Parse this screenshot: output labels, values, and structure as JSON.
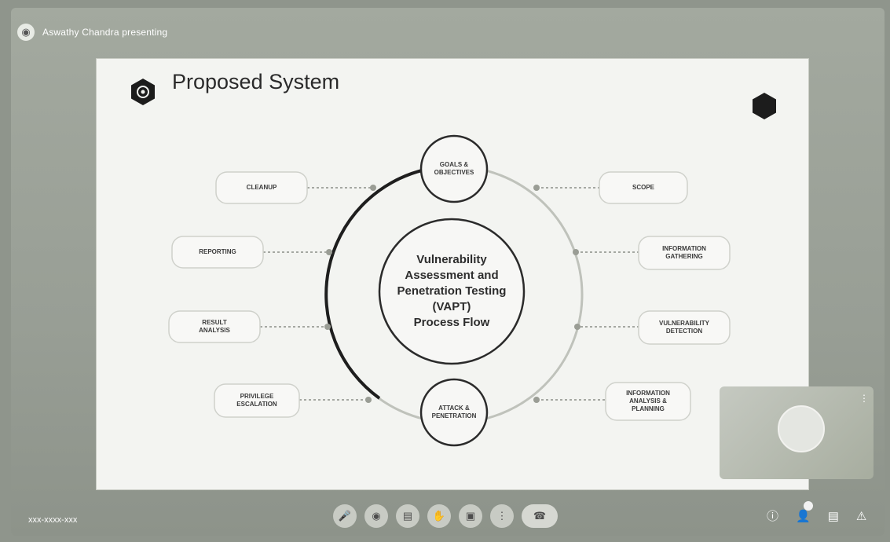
{
  "presenter": {
    "label": "Aswathy Chandra presenting",
    "icon": "presentation-icon"
  },
  "slide": {
    "title": "Proposed System",
    "center_text": [
      "Vulnerability",
      "Assessment and",
      "Penetration Testing",
      "(VAPT)",
      "Process Flow"
    ],
    "nodes": [
      {
        "label": "GOALS &\nOBJECTIVES"
      },
      {
        "label": "SCOPE"
      },
      {
        "label": "INFORMATION\nGATHERING"
      },
      {
        "label": "VULNERABILITY\nDETECTION"
      },
      {
        "label": "INFORMATION\nANALYSIS &\nPLANNING"
      },
      {
        "label": "ATTACK &\nPENETRATION"
      },
      {
        "label": "PRIVILEGE\nESCALATION"
      },
      {
        "label": "RESULT\nANALYSIS"
      },
      {
        "label": "REPORTING"
      },
      {
        "label": "CLEANUP"
      }
    ]
  },
  "bottom_bar": {
    "meeting_code": "xxx-xxxx-xxx",
    "controls": [
      {
        "name": "mic-button",
        "icon": "mic-icon"
      },
      {
        "name": "camera-button",
        "icon": "camera-icon"
      },
      {
        "name": "captions-button",
        "icon": "captions-icon"
      },
      {
        "name": "raise-hand-button",
        "icon": "hand-icon"
      },
      {
        "name": "present-button",
        "icon": "present-icon"
      },
      {
        "name": "more-button",
        "icon": "more-icon"
      },
      {
        "name": "leave-call-button",
        "icon": "phone-icon"
      }
    ],
    "right": [
      {
        "name": "info-button",
        "icon": "info-icon"
      },
      {
        "name": "people-button",
        "icon": "people-icon"
      },
      {
        "name": "chat-button",
        "icon": "chat-icon"
      },
      {
        "name": "activities-button",
        "icon": "activities-icon"
      }
    ]
  },
  "self_view": {
    "name": ""
  }
}
